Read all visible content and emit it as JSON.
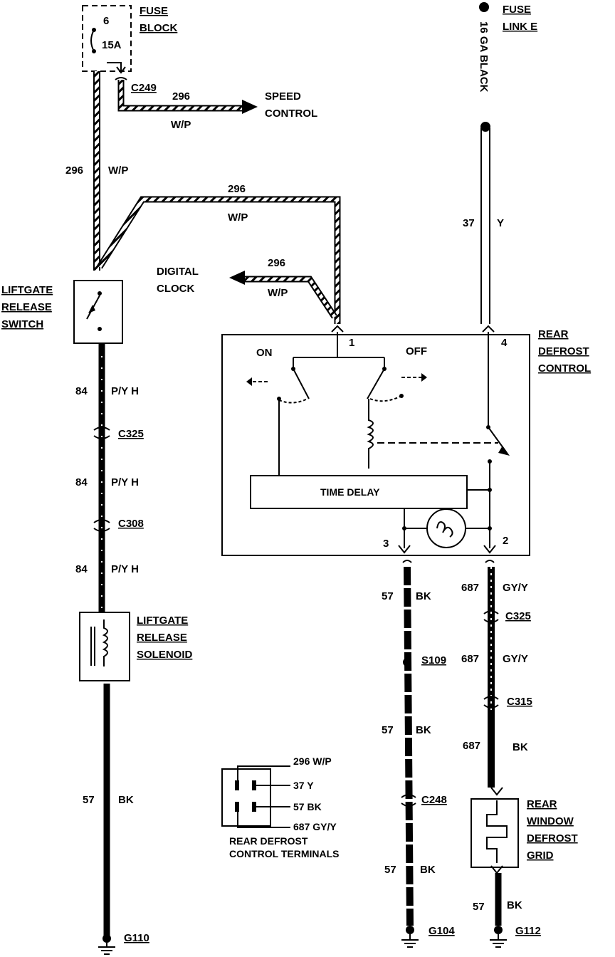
{
  "fuse_block": {
    "label_line1": "FUSE",
    "label_line2": "BLOCK",
    "fuse_number": "6",
    "fuse_rating": "15A"
  },
  "fuse_link": {
    "label_line1": "FUSE",
    "label_line2": "LINK E",
    "wire": "16 GA BLACK"
  },
  "connectors": {
    "c249": "C249",
    "c325_left": "C325",
    "c308": "C308",
    "c325_right": "C325",
    "c315": "C315",
    "c248": "C248"
  },
  "splices": {
    "s109": "S109"
  },
  "grounds": {
    "g110": "G110",
    "g104": "G104",
    "g112": "G112"
  },
  "wires": {
    "w296": "296",
    "wp": "W/P",
    "w84": "84",
    "pyh": "P/Y H",
    "w57": "57",
    "bk": "BK",
    "w37": "37",
    "y": "Y",
    "w687": "687",
    "gyy": "GY/Y"
  },
  "destinations": {
    "speed_control_1": "SPEED",
    "speed_control_2": "CONTROL",
    "digital_clock_1": "DIGITAL",
    "digital_clock_2": "CLOCK"
  },
  "components": {
    "liftgate_switch": [
      "LIFTGATE",
      "RELEASE",
      "SWITCH"
    ],
    "liftgate_solenoid": [
      "LIFTGATE",
      "RELEASE",
      "SOLENOID"
    ],
    "rear_defrost_control": [
      "REAR",
      "DEFROST",
      "CONTROL"
    ],
    "rear_window_grid": [
      "REAR",
      "WINDOW",
      "DEFROST",
      "GRID"
    ]
  },
  "control_box": {
    "on": "ON",
    "off": "OFF",
    "time_delay": "TIME DELAY",
    "pin1": "1",
    "pin2": "2",
    "pin3": "3",
    "pin4": "4"
  },
  "terminals": {
    "t1": "296 W/P",
    "t2": "37 Y",
    "t3": "57 BK",
    "t4": "687 GY/Y",
    "caption1": "REAR DEFROST",
    "caption2": "CONTROL TERMINALS"
  }
}
